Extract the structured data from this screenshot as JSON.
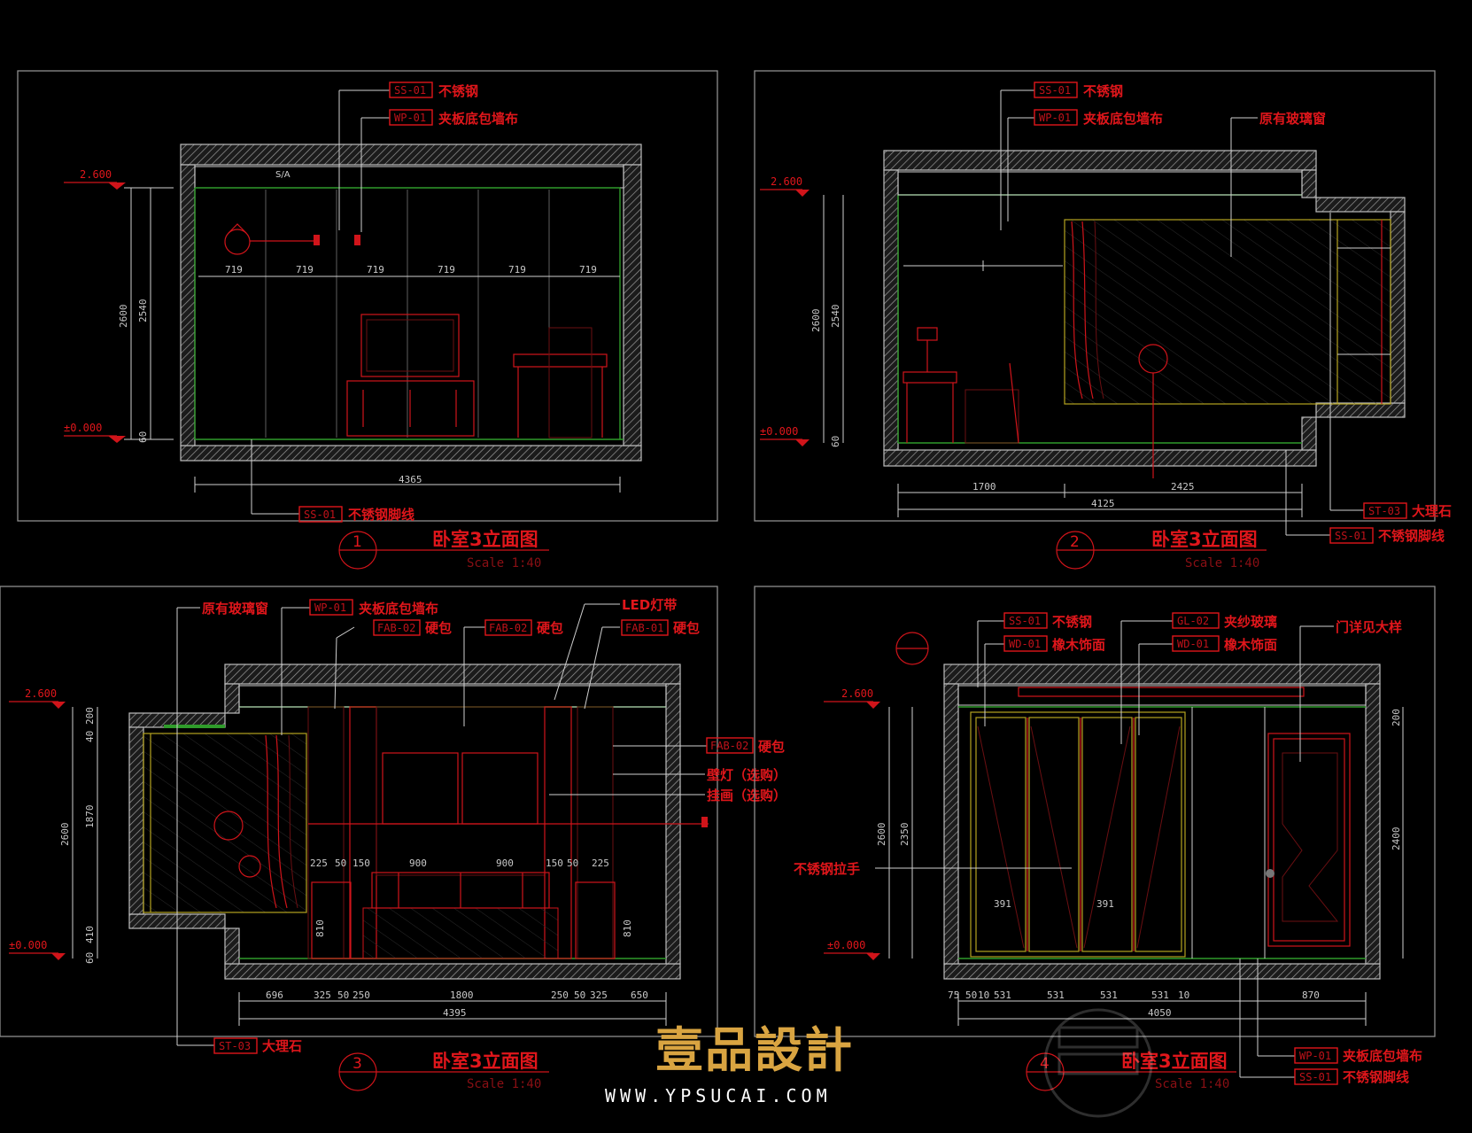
{
  "panel1": {
    "number": "1",
    "title": "卧室3立面图",
    "scale": "Scale 1:40",
    "tags": [
      {
        "code": "SS-01",
        "text": "不锈钢"
      },
      {
        "code": "WP-01",
        "text": "夹板底包墙布"
      },
      {
        "code": "SS-01",
        "text": "不锈钢脚线"
      }
    ],
    "levels": {
      "top": "2.600",
      "bottom": "±0.000"
    },
    "vdims": [
      "2600",
      "2540",
      "60"
    ],
    "hdims": [
      "719",
      "719",
      "719",
      "719",
      "719",
      "719"
    ],
    "total": "4365",
    "note": "S/A"
  },
  "panel2": {
    "number": "2",
    "title": "卧室3立面图",
    "scale": "Scale 1:40",
    "tags": [
      {
        "code": "SS-01",
        "text": "不锈钢"
      },
      {
        "code": "WP-01",
        "text": "夹板底包墙布"
      },
      {
        "code": "",
        "text": "原有玻璃窗"
      },
      {
        "code": "ST-03",
        "text": "大理石"
      },
      {
        "code": "SS-01",
        "text": "不锈钢脚线"
      }
    ],
    "levels": {
      "top": "2.600",
      "bottom": "±0.000"
    },
    "vdims": [
      "2600",
      "2540",
      "60"
    ],
    "hdims": [
      "1700",
      "2425"
    ],
    "total": "4125"
  },
  "panel3": {
    "number": "3",
    "title": "卧室3立面图",
    "scale": "Scale 1:40",
    "tags": [
      {
        "code": "",
        "text": "原有玻璃窗"
      },
      {
        "code": "WP-01",
        "text": "夹板底包墙布"
      },
      {
        "code": "",
        "text": "LED灯带"
      },
      {
        "code": "FAB-02",
        "text": "硬包"
      },
      {
        "code": "FAB-02",
        "text": "硬包"
      },
      {
        "code": "FAB-01",
        "text": "硬包"
      },
      {
        "code": "FAB-02",
        "text": "硬包"
      },
      {
        "code": "",
        "text": "壁灯（选购）"
      },
      {
        "code": "",
        "text": "挂画（选购）"
      },
      {
        "code": "ST-03",
        "text": "大理石"
      }
    ],
    "levels": {
      "top": "2.600",
      "bottom": "±0.000"
    },
    "vdims": [
      "2600",
      "200",
      "40",
      "1870",
      "410",
      "60"
    ],
    "hdims": [
      "696",
      "325",
      "50",
      "250",
      "1800",
      "250",
      "50",
      "325",
      "650"
    ],
    "innerdims": [
      "225",
      "50",
      "150",
      "900",
      "900",
      "150",
      "50",
      "225"
    ],
    "sidedims": [
      "810",
      "810"
    ],
    "total": "4395"
  },
  "panel4": {
    "number": "4",
    "title": "卧室3立面图",
    "scale": "Scale 1:40",
    "tags": [
      {
        "code": "SS-01",
        "text": "不锈钢"
      },
      {
        "code": "GL-02",
        "text": "夹纱玻璃"
      },
      {
        "code": "WD-01",
        "text": "橡木饰面"
      },
      {
        "code": "WD-01",
        "text": "橡木饰面"
      },
      {
        "code": "",
        "text": "门详见大样"
      },
      {
        "code": "",
        "text": "不锈钢拉手"
      },
      {
        "code": "WP-01",
        "text": "夹板底包墙布"
      },
      {
        "code": "SS-01",
        "text": "不锈钢脚线"
      }
    ],
    "levels": {
      "top": "2.600",
      "bottom": "±0.000"
    },
    "vdims": [
      "2600",
      "2350",
      "200",
      "2400"
    ],
    "hdims": [
      "75",
      "50",
      "10",
      "531",
      "531",
      "531",
      "531",
      "10",
      "870"
    ],
    "innerdims": [
      "391",
      "391"
    ],
    "total": "4050"
  },
  "watermark": {
    "brand": "壹品設計",
    "site": "WWW.YPSUCAI.COM"
  },
  "colors": {
    "background": "#000000",
    "annotation": "#e0161b",
    "wall_line": "#bdbdbd",
    "frame": "#8d8d8d",
    "green_line": "#2f9b2a",
    "yellow_line": "#b5a320",
    "brand": "#d9a441"
  }
}
